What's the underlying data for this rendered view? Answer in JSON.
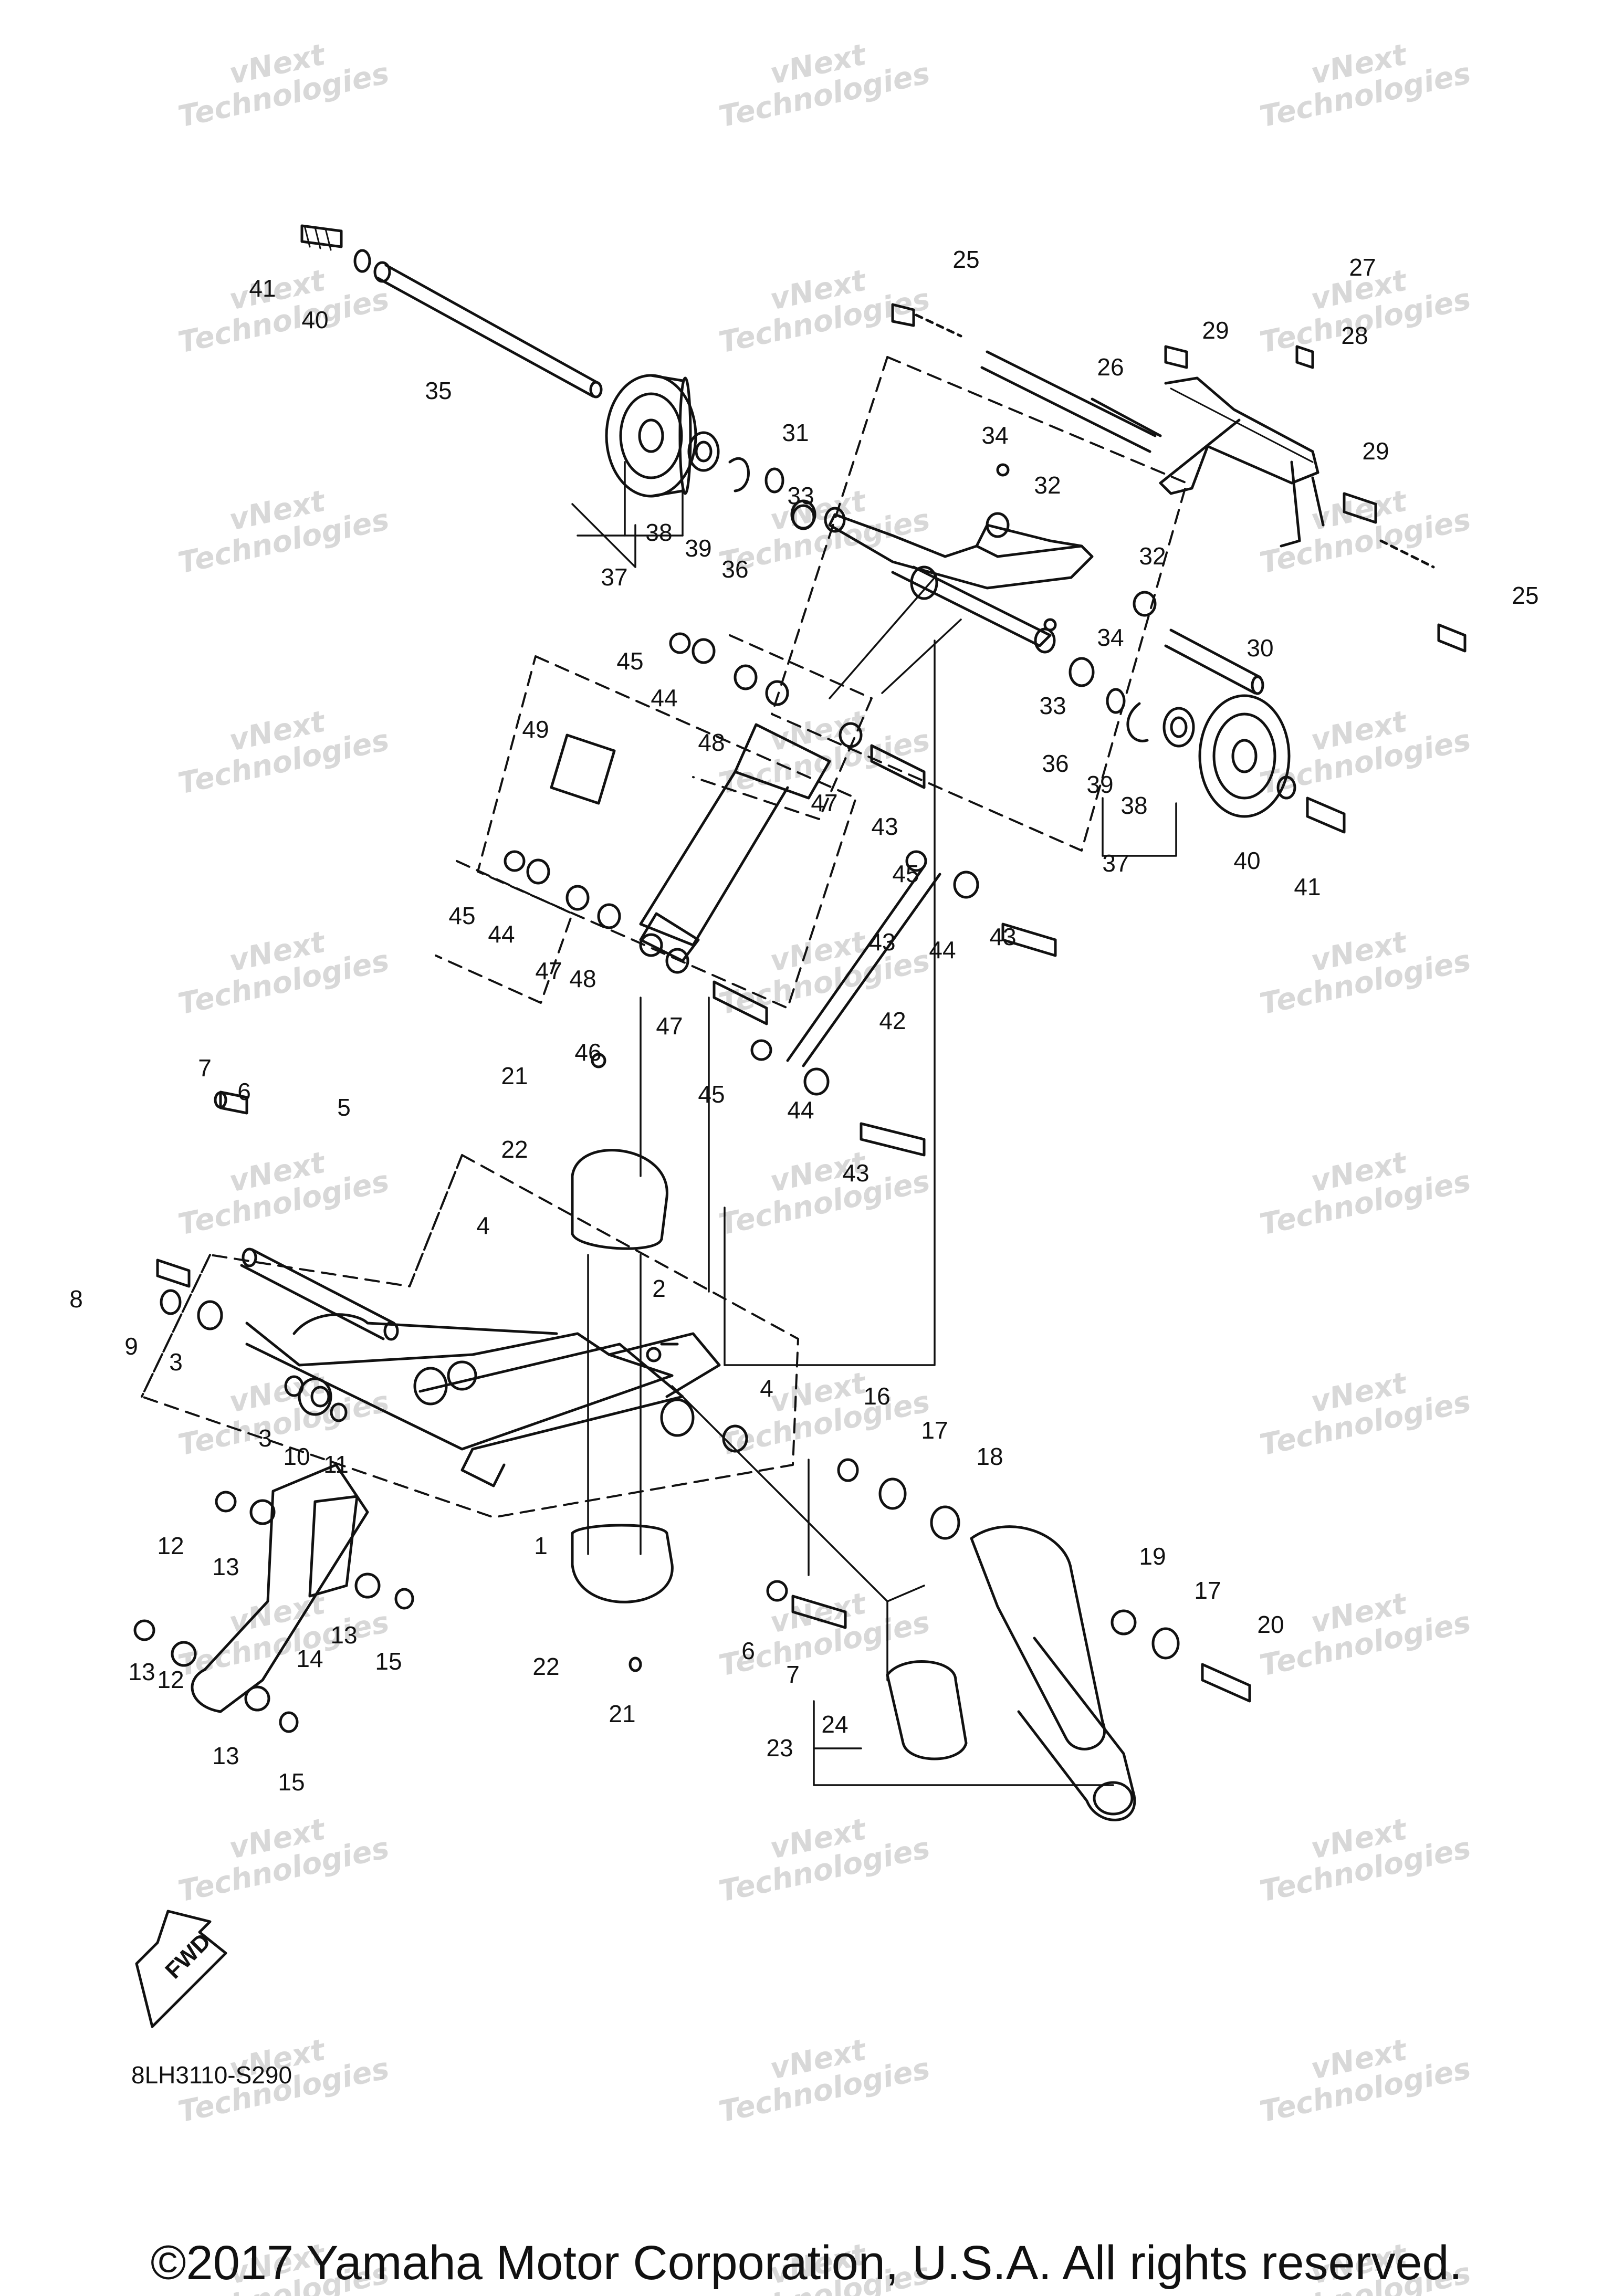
{
  "watermark": {
    "line1": "vNext",
    "line2": "Technologies"
  },
  "drawing_code": "8LH3110-S290",
  "fwd_label": "FWD",
  "copyright": "©2017 Yamaha Motor Corporation, U.S.A. All rights reserved.",
  "callouts": [
    "1",
    "2",
    "3",
    "3",
    "4",
    "4",
    "5",
    "6",
    "6",
    "7",
    "7",
    "8",
    "9",
    "10",
    "11",
    "12",
    "12",
    "13",
    "13",
    "13",
    "13",
    "14",
    "15",
    "15",
    "16",
    "17",
    "17",
    "18",
    "19",
    "20",
    "21",
    "21",
    "22",
    "22",
    "23",
    "24",
    "25",
    "25",
    "26",
    "27",
    "28",
    "29",
    "29",
    "30",
    "31",
    "32",
    "32",
    "33",
    "33",
    "34",
    "34",
    "35",
    "36",
    "36",
    "37",
    "37",
    "38",
    "38",
    "39",
    "39",
    "40",
    "40",
    "41",
    "41",
    "42",
    "43",
    "43",
    "43",
    "43",
    "44",
    "44",
    "44",
    "44",
    "45",
    "45",
    "45",
    "45",
    "46",
    "47",
    "47",
    "47",
    "48",
    "48",
    "49"
  ]
}
